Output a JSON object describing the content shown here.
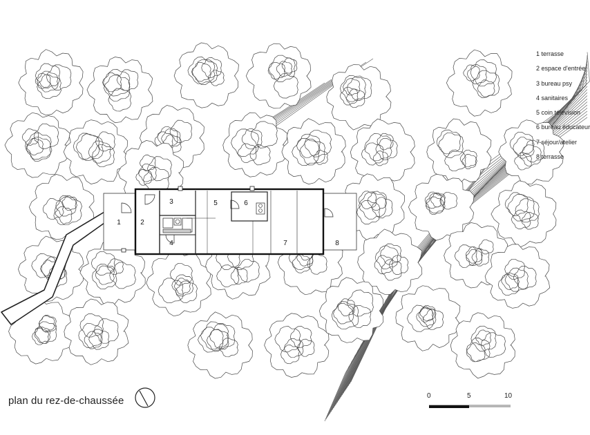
{
  "title": "plan du rez-de-chaussée",
  "legend": [
    "1 terrasse",
    "2 espace d'entrée",
    "3 bureau psy",
    "4 sanitaires",
    "5 coin télévision",
    "6 bureau éducateur",
    "7 séjour/atelier",
    "8 terrasse"
  ],
  "room_numbers": [
    "1",
    "2",
    "3",
    "4",
    "5",
    "6",
    "7",
    "8"
  ],
  "scale_bar": {
    "labels": [
      "0",
      "5",
      "10"
    ]
  },
  "colors": {
    "line": "#3a3a3a",
    "background": "#ffffff"
  },
  "icons": {
    "north": "north-arrow-icon"
  }
}
